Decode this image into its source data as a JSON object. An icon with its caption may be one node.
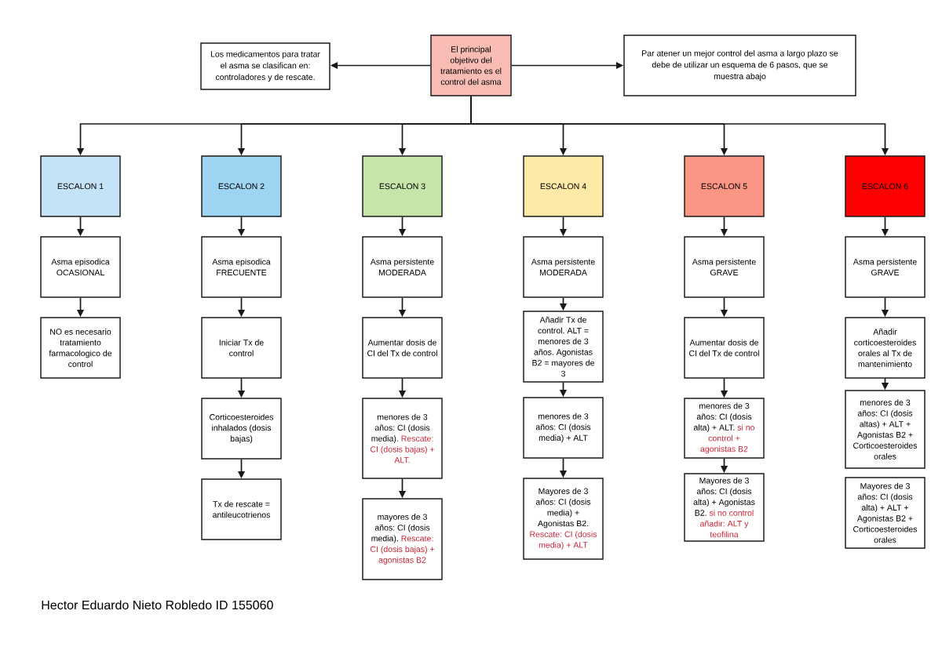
{
  "diagram": {
    "nodes": [
      {
        "text": [
          "Los medicamentos para tratar el asma se clasifican en: controladores y de rescate."
        ]
      },
      {
        "text": [
          "El principal objetivo del tratamiento es el control del asma"
        ]
      },
      {
        "text": [
          "Par atener un mejor control del asma a largo plazo se debe de utilizar un esquema de 6 pasos, que se muestra abajo"
        ]
      },
      {
        "text": [
          "ESCALON 1"
        ]
      },
      {
        "text": [
          "Asma episodica OCASIONAL"
        ]
      },
      {
        "text": [
          "NO es necesario tratamiento farmacologico de control"
        ]
      },
      {
        "text": [
          "ESCALON 2"
        ]
      },
      {
        "text": [
          "Asma episodica FRECUENTE"
        ]
      },
      {
        "text": [
          "Iniciar Tx de control"
        ]
      },
      {
        "text": [
          "Corticoesteroides inhalados (dosis bajas)"
        ]
      },
      {
        "text": [
          "Tx de rescate = antileucotrienos"
        ]
      },
      {
        "text": [
          "ESCALON 3"
        ]
      },
      {
        "text": [
          "Asma persistente MODERADA"
        ]
      },
      {
        "text": [
          "Aumentar dosis de CI del Tx de control"
        ]
      },
      {
        "text": [
          "menores de 3 años: CI (dosis media).",
          "Rescate: CI (dosis bajas) + ALT."
        ]
      },
      {
        "text": [
          "mayores de 3 años: CI (dosis media).",
          "Rescate: CI (dosis bajas) + agonistas B2"
        ]
      },
      {
        "text": [
          "ESCALON 4"
        ]
      },
      {
        "text": [
          "Asma persistente MODERADA"
        ]
      },
      {
        "text": [
          "Añadir Tx de control. ALT = menores de 3 años. Agonistas B2 = mayores de 3"
        ]
      },
      {
        "text": [
          "menores de 3 años: CI (dosis media) + ALT"
        ]
      },
      {
        "text": [
          "Mayores de 3 años: CI (dosis media) + Agonistas B2.",
          "Rescate: CI (dosis media) + ALT"
        ]
      },
      {
        "text": [
          "ESCALON 5"
        ]
      },
      {
        "text": [
          "Asma persistente GRAVE"
        ]
      },
      {
        "text": [
          "Aumentar dosis de CI del Tx de control"
        ]
      },
      {
        "text": [
          "menores de 3 años: CI (dosis alta) + ALT.",
          "si no control + agonistas B2"
        ]
      },
      {
        "text": [
          "Mayores de 3 años: CI (dosis alta) + Agonistas B2.",
          "si no control añadir: ALT y teofilina"
        ]
      },
      {
        "text": [
          "ESCALON 6"
        ]
      },
      {
        "text": [
          "Asma persistente GRAVE"
        ]
      },
      {
        "text": [
          "Añadir corticoesteroides orales al Tx de mantenimiento"
        ]
      },
      {
        "text": [
          "menores de 3 años: CI (dosis altas) + ALT + Agonistas B2 + Corticoesteroides orales"
        ]
      },
      {
        "text": [
          "Mayores de 3 años: CI (dosis alta) + ALT + Agonistas B2 + Corticoesteroides orales"
        ]
      }
    ],
    "edges": [
      {
        "from": 1,
        "to": 0,
        "arrow": "to"
      },
      {
        "from": 1,
        "to": 2,
        "arrow": "to"
      },
      {
        "from": 1,
        "to": 3,
        "arrow": "to"
      },
      {
        "from": 1,
        "to": 6,
        "arrow": "to"
      },
      {
        "from": 1,
        "to": 11,
        "arrow": "to"
      },
      {
        "from": 1,
        "to": 16,
        "arrow": "to"
      },
      {
        "from": 1,
        "to": 21,
        "arrow": "to"
      },
      {
        "from": 1,
        "to": 26,
        "arrow": "to"
      },
      {
        "from": 3,
        "to": 4,
        "arrow": "to"
      },
      {
        "from": 4,
        "to": 5,
        "arrow": "to"
      },
      {
        "from": 6,
        "to": 7,
        "arrow": "to"
      },
      {
        "from": 7,
        "to": 8,
        "arrow": "to"
      },
      {
        "from": 8,
        "to": 9,
        "arrow": "to"
      },
      {
        "from": 9,
        "to": 10,
        "arrow": "to"
      },
      {
        "from": 11,
        "to": 12,
        "arrow": "to"
      },
      {
        "from": 12,
        "to": 13,
        "arrow": "to"
      },
      {
        "from": 13,
        "to": 14,
        "arrow": "to"
      },
      {
        "from": 14,
        "to": 15,
        "arrow": "to"
      },
      {
        "from": 16,
        "to": 17,
        "arrow": "to"
      },
      {
        "from": 17,
        "to": 18,
        "arrow": "to"
      },
      {
        "from": 18,
        "to": 19,
        "arrow": "to"
      },
      {
        "from": 19,
        "to": 20,
        "arrow": "to"
      },
      {
        "from": 21,
        "to": 22,
        "arrow": "to"
      },
      {
        "from": 22,
        "to": 23,
        "arrow": "to"
      },
      {
        "from": 23,
        "to": 24,
        "arrow": "to"
      },
      {
        "from": 24,
        "to": 25,
        "arrow": "to"
      },
      {
        "from": 26,
        "to": 27,
        "arrow": "to"
      },
      {
        "from": 27,
        "to": 28,
        "arrow": "to"
      },
      {
        "from": 28,
        "to": 29,
        "arrow": "to"
      }
    ],
    "labels": [
      "Hector Eduardo Nieto Robledo ID 155060"
    ]
  }
}
